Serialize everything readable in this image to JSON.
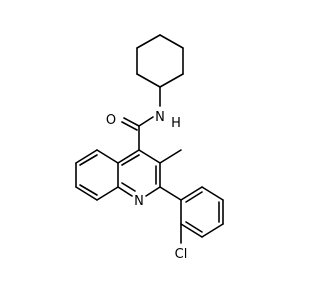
{
  "atoms": {
    "oxygen": {
      "symbol": "O"
    },
    "amide_nitrogen": {
      "symbol": "N"
    },
    "amide_hydrogen": {
      "symbol": "H"
    },
    "ring_nitrogen": {
      "symbol": "N"
    },
    "chlorine": {
      "symbol": "Cl"
    }
  },
  "colors": {
    "ink": "#000000",
    "background": "#ffffff"
  }
}
